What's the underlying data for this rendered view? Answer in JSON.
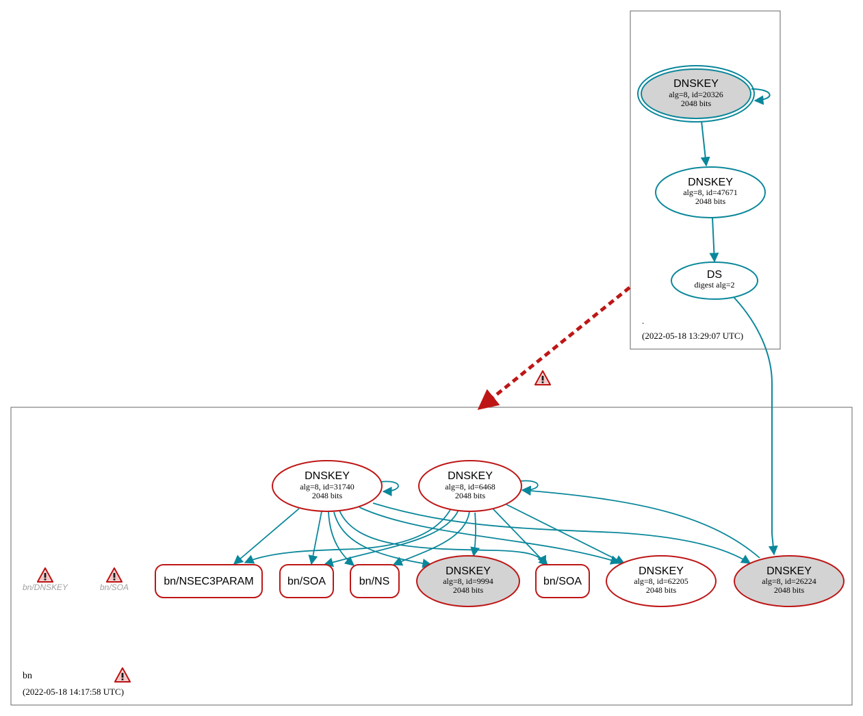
{
  "colors": {
    "teal": "#0a879a",
    "red": "#be1616",
    "grey_fill": "#d3d3d3",
    "cluster_border": "#666666",
    "muted_text": "#a0a0a0"
  },
  "root_zone": {
    "name": ".",
    "timestamp": "(2022-05-18 13:29:07 UTC)",
    "nodes": {
      "ksk": {
        "title": "DNSKEY",
        "line1": "alg=8, id=20326",
        "line2": "2048 bits"
      },
      "zsk": {
        "title": "DNSKEY",
        "line1": "alg=8, id=47671",
        "line2": "2048 bits"
      },
      "ds": {
        "title": "DS",
        "line1": "digest alg=2"
      }
    }
  },
  "bn_zone": {
    "name": "bn",
    "timestamp": "(2022-05-18 14:17:58 UTC)",
    "warning_icon": "warning-triangle-icon",
    "missing": {
      "dnskey": "bn/DNSKEY",
      "soa": "bn/SOA"
    },
    "nodes": {
      "k31740": {
        "title": "DNSKEY",
        "line1": "alg=8, id=31740",
        "line2": "2048 bits"
      },
      "k6468": {
        "title": "DNSKEY",
        "line1": "alg=8, id=6468",
        "line2": "2048 bits"
      },
      "nsec3param": {
        "label": "bn/NSEC3PARAM"
      },
      "soa1": {
        "label": "bn/SOA"
      },
      "ns": {
        "label": "bn/NS"
      },
      "k9994": {
        "title": "DNSKEY",
        "line1": "alg=8, id=9994",
        "line2": "2048 bits"
      },
      "soa2": {
        "label": "bn/SOA"
      },
      "k62205": {
        "title": "DNSKEY",
        "line1": "alg=8, id=62205",
        "line2": "2048 bits"
      },
      "k26224": {
        "title": "DNSKEY",
        "line1": "alg=8, id=26224",
        "line2": "2048 bits"
      }
    }
  },
  "delegation": {
    "status_icon": "warning-triangle-icon"
  }
}
